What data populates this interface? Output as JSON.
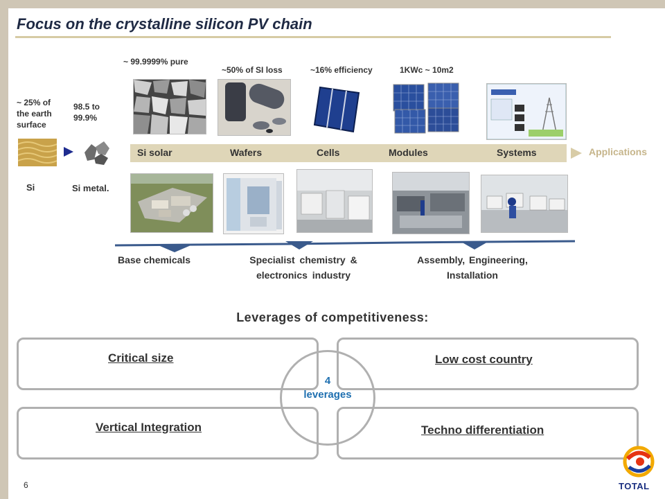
{
  "header": {
    "title": "Focus on the crystalline silicon PV chain"
  },
  "top_labels": {
    "earth": "~ 25% of the earth surface",
    "metal_purity": "98.5 to 99.9%",
    "pure": "~ 99.9999% pure",
    "si_loss": "~50% of SI loss",
    "efficiency": "~16% efficiency",
    "module_area": "1KWc ~ 10m2"
  },
  "raw": {
    "si": "Si",
    "si_metal": "Si metal."
  },
  "stages": [
    "Si solar",
    "Wafers",
    "Cells",
    "Modules",
    "Systems"
  ],
  "applications": "Applications",
  "industries": {
    "base": "Base chemicals",
    "specialist": "Specialist chemistry & electronics industry",
    "assembly": "Assembly, Engineering, Installation"
  },
  "leverages": {
    "heading": "Leverages of competitiveness:",
    "center_number": "4",
    "center_label": "leverages",
    "items": [
      "Critical size",
      "Low cost country",
      "Vertical Integration",
      "Techno differentiation"
    ]
  },
  "footer": {
    "page_number": "6",
    "logo_text": "TOTAL"
  },
  "colors": {
    "accent_blue": "#1e6fb0",
    "chain_blue": "#3a5a8c",
    "stage_band": "#dfd6b8",
    "applications": "#c6b58b"
  }
}
